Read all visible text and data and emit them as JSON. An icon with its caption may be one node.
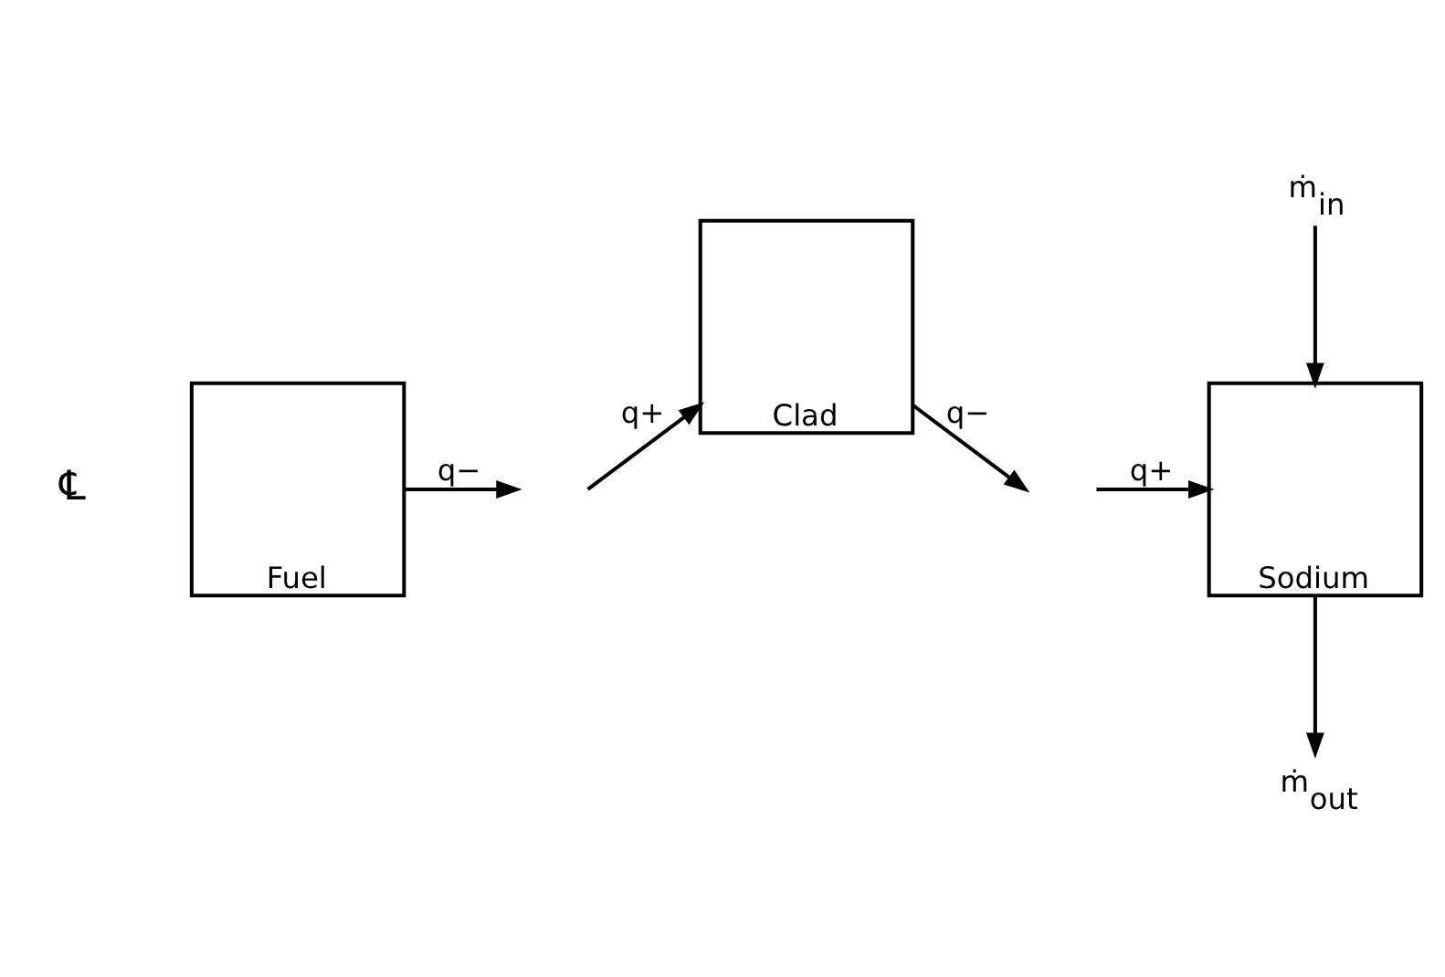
{
  "diagram": {
    "nodes": [
      {
        "text": [
          "Fuel"
        ]
      },
      {
        "text": [
          "Clad"
        ]
      },
      {
        "text": [
          "Sodium"
        ]
      },
      {
        "text": [
          "ṁ$_{out}$"
        ]
      },
      {
        "text": [
          "ṁ$_{in}$"
        ]
      }
    ],
    "edges": [
      {
        "from": 0,
        "to": null,
        "arrow": "to",
        "label": "q−"
      },
      {
        "from": null,
        "to": 1,
        "arrow": "to",
        "label": "q+"
      },
      {
        "from": 1,
        "to": null,
        "arrow": "to",
        "label": "q−"
      },
      {
        "from": null,
        "to": 2,
        "arrow": "to",
        "label": "q+"
      },
      {
        "from": 2,
        "to": 3,
        "arrow": "to"
      },
      {
        "from": 4,
        "to": 2,
        "arrow": "to"
      }
    ],
    "labels": [
      "℄"
    ]
  }
}
